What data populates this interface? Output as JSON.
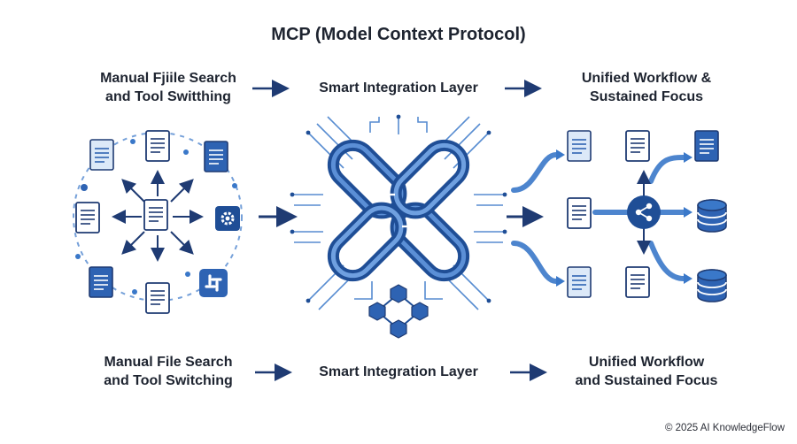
{
  "title": "MCP (Model Context Protocol)",
  "top_labels": {
    "left": [
      "Manual Fjiile Search",
      "and Tool Switthing"
    ],
    "middle": "Smart Integration Layer",
    "right": [
      "Unified Workflow &",
      "Sustained Focus"
    ]
  },
  "bottom_labels": {
    "left": [
      "Manual File Search",
      "and Tool Switching"
    ],
    "middle": "Smart Integration Layer",
    "right": [
      "Unified Workflow",
      "and Sustained Focus"
    ]
  },
  "footer": "© 2025 AI KnowledgeFlow",
  "colors": {
    "dark_blue": "#1f4e96",
    "mid_blue": "#3a78c9",
    "light_blue": "#8fb6e6",
    "pale_blue": "#e6effa",
    "arrow": "#1f3b73"
  },
  "icons": {
    "left_panel": [
      "document-icon",
      "gear-icon",
      "slack-icon"
    ],
    "middle_panel": [
      "chain-link-icon",
      "cube-network-icon"
    ],
    "right_panel": [
      "document-icon",
      "share-hub-icon",
      "database-icon"
    ]
  }
}
